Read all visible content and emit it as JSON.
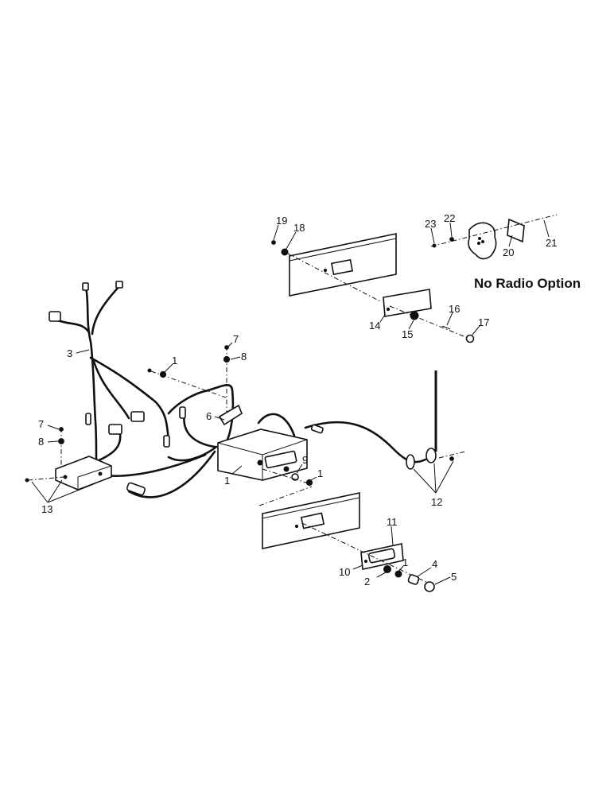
{
  "title": "No Radio Option",
  "callouts": {
    "c1a": "1",
    "c1b": "1",
    "c1c": "1",
    "c1d": "1",
    "c2": "2",
    "c3": "3",
    "c4": "4",
    "c5": "5",
    "c6": "6",
    "c7a": "7",
    "c7b": "7",
    "c8a": "8",
    "c8b": "8",
    "c9": "9",
    "c10": "10",
    "c11": "11",
    "c12": "12",
    "c13": "13",
    "c14": "14",
    "c15": "15",
    "c16": "16",
    "c17": "17",
    "c18": "18",
    "c19": "19",
    "c20": "20",
    "c21": "21",
    "c22": "22",
    "c23": "23"
  }
}
